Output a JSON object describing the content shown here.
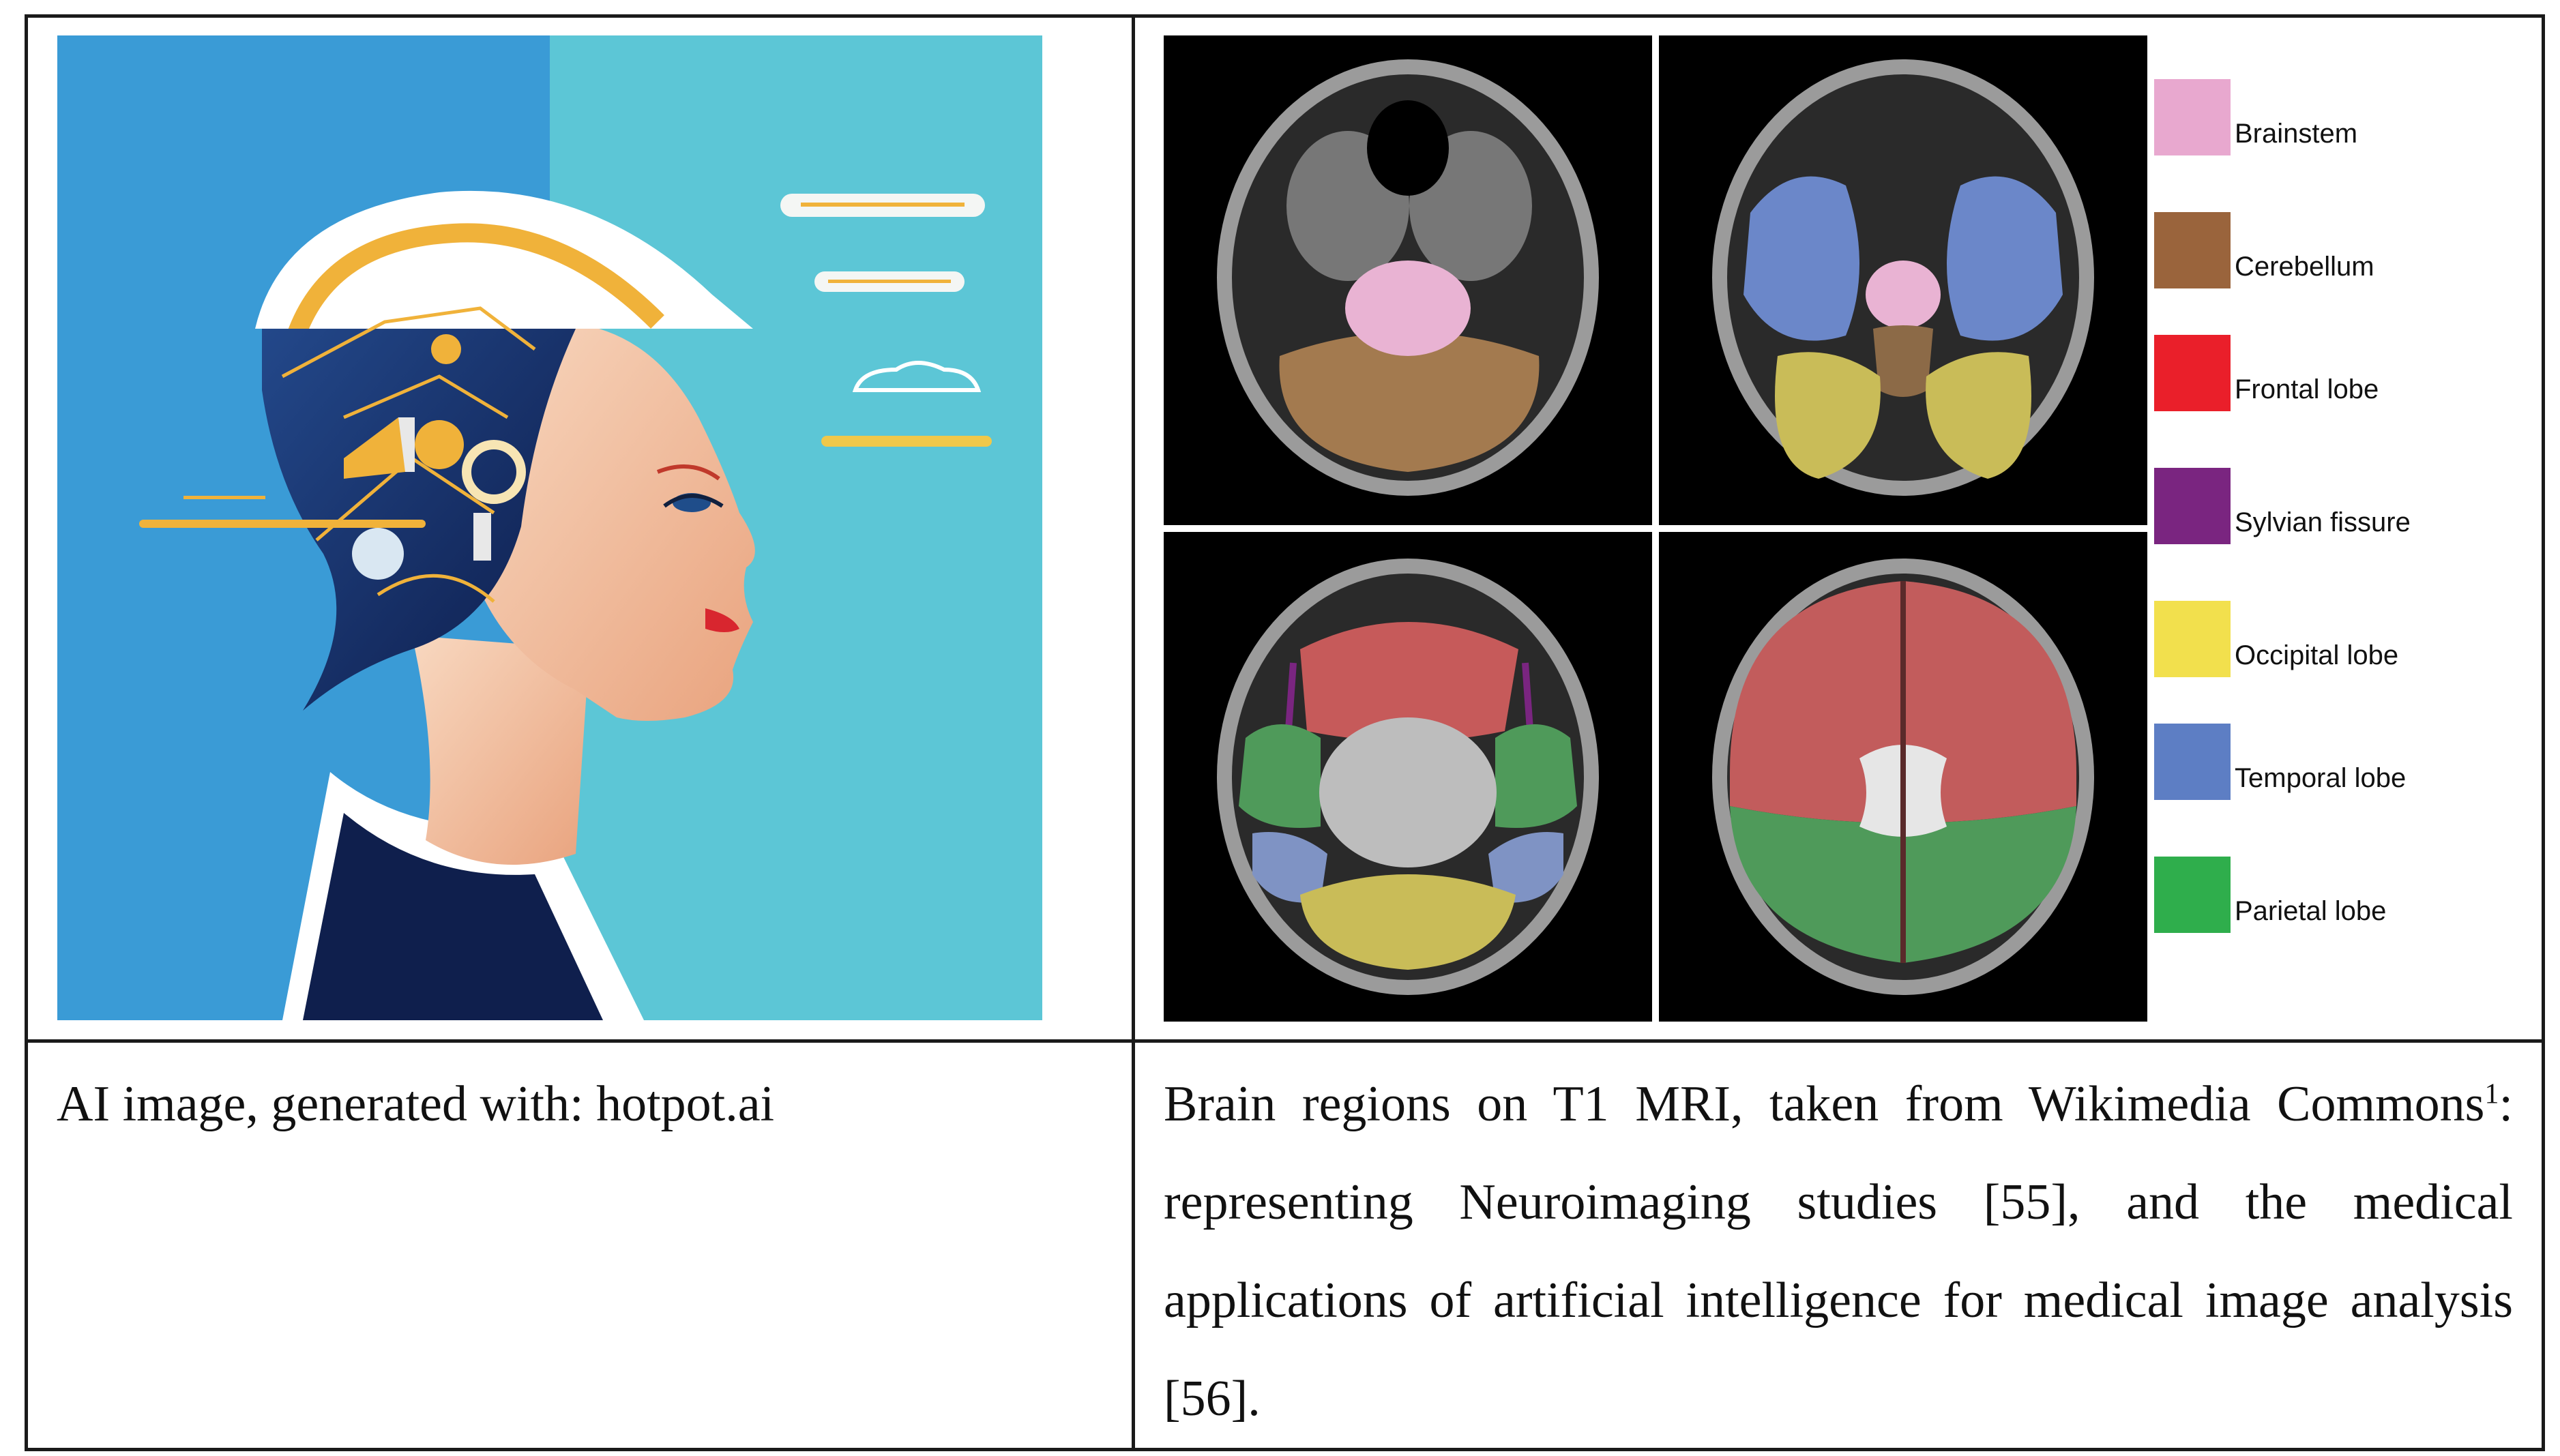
{
  "left_caption": "AI image, generated with: hotpot.ai",
  "right_caption": {
    "text_before": "Brain regions on T1 MRI, taken from Wikimedia Commons",
    "footnote_mark": "1",
    "text_after": ": representing Neuroimaging studies [55], and the medical applications of artificial intelligence for medical image analysis [56]."
  },
  "legend": [
    {
      "label": "Brainstem",
      "color": "#e8a8cf"
    },
    {
      "label": "Cerebellum",
      "color": "#9a643c"
    },
    {
      "label": "Frontal lobe",
      "color": "#ea1f2a"
    },
    {
      "label": "Sylvian fissure",
      "color": "#7a2580"
    },
    {
      "label": "Occipital lobe",
      "color": "#f2e04d"
    },
    {
      "label": "Temporal lobe",
      "color": "#5d7ec4"
    },
    {
      "label": "Parietal lobe",
      "color": "#2fae4c"
    }
  ]
}
